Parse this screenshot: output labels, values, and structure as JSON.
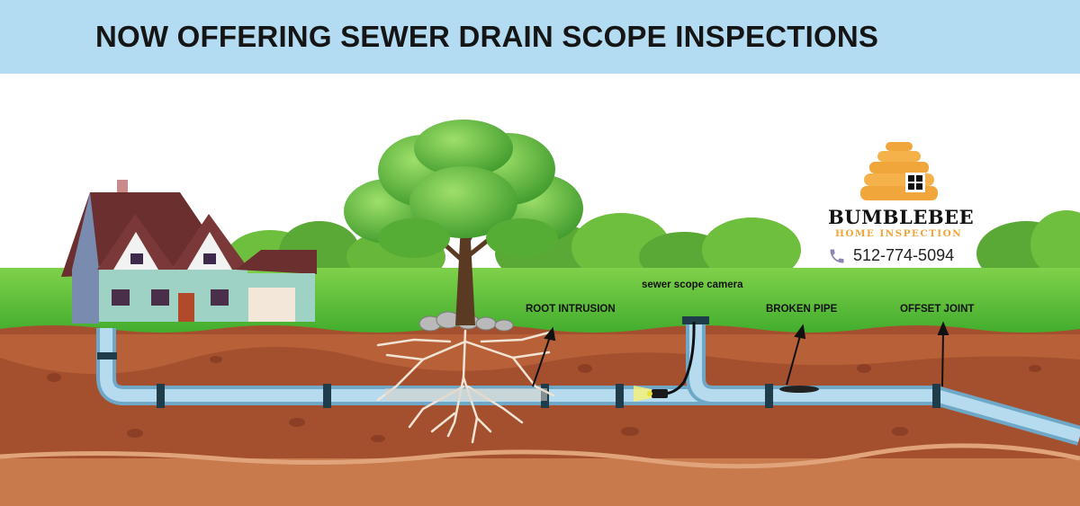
{
  "banner": {
    "headline": "NOW OFFERING SEWER DRAIN SCOPE INSPECTIONS",
    "background": "#b3dbf1"
  },
  "labels": {
    "root_intrusion": "ROOT INTRUSION",
    "sewer_scope_camera": "sewer scope camera",
    "broken_pipe": "BROKEN PIPE",
    "offset_joint": "OFFSET JOINT"
  },
  "brand": {
    "name": "BUMBLEBEE",
    "subtitle": "HOME INSPECTION",
    "phone": "512-774-5094",
    "logo_icon": "beehive-icon",
    "phone_icon": "phone-icon",
    "accent": "#f0a63a"
  },
  "colors": {
    "grass": "#5cc23a",
    "soil": "#a4502f",
    "pipe": "#9fcbe4",
    "roof": "#6b2f2f",
    "siding": "#9ed2c4"
  }
}
